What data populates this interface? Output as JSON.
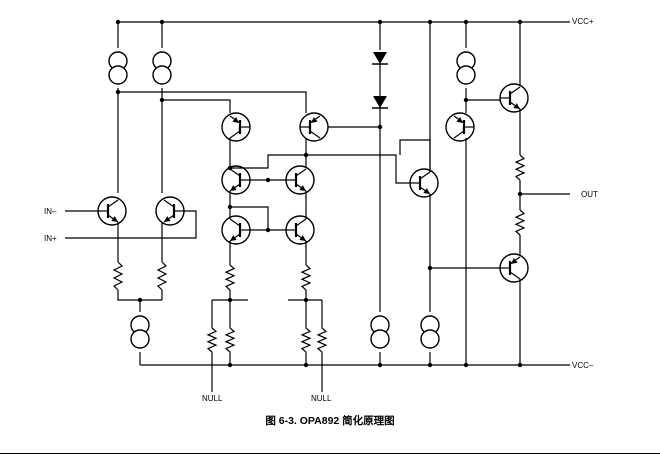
{
  "labels": {
    "vcc_pos": "VCC+",
    "vcc_neg": "VCC–",
    "in_neg": "IN–",
    "in_pos": "IN+",
    "out": "OUT",
    "null_left": "NULL",
    "null_right": "NULL"
  },
  "caption": "图 6-3. OPA892 简化原理图"
}
